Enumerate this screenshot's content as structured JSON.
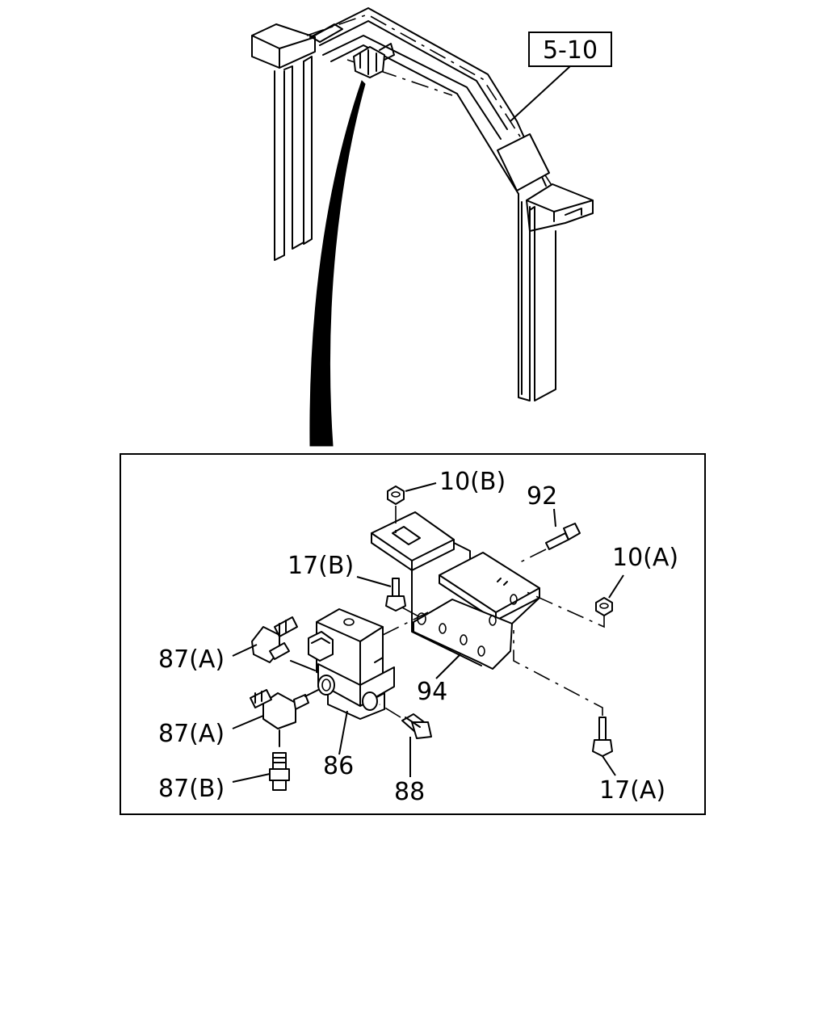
{
  "reference": "5-10",
  "callouts": {
    "c10b": "10(B)",
    "c92": "92",
    "c10a": "10(A)",
    "c17b": "17(B)",
    "c87a_upper": "87(A)",
    "c87a_lower": "87(A)",
    "c87b": "87(B)",
    "c86": "86",
    "c88": "88",
    "c94": "94",
    "c17a": "17(A)"
  }
}
